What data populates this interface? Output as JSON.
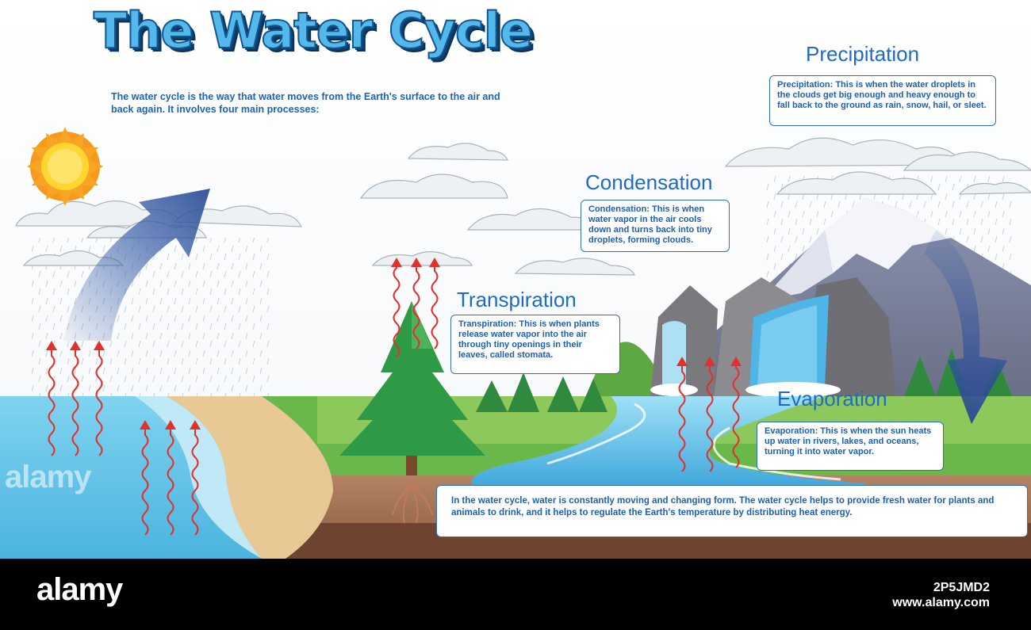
{
  "title": "The Water Cycle",
  "intro": "The water cycle is the way that water moves from the Earth's surface to the air and back again. It involves four main processes:",
  "processes": {
    "precipitation": {
      "heading": "Precipitation",
      "text": "Precipitation: This is when the water droplets in the clouds get big enough and heavy enough to fall back to the ground as rain, snow, hail, or sleet."
    },
    "condensation": {
      "heading": "Condensation",
      "text": "Condensation: This is when water vapor in the air cools down and turns back into tiny droplets, forming clouds."
    },
    "transpiration": {
      "heading": "Transpiration",
      "text": "Transpiration: This is when plants release water vapor into the air through tiny openings in their leaves, called stomata."
    },
    "evaporation": {
      "heading": "Evaporation",
      "text": "Evaporation: This is when the sun heats up water in rivers, lakes, and oceans, turning it into water vapor."
    }
  },
  "summary": "In the water cycle, water is constantly moving and changing form. The water cycle helps to provide fresh water for plants and animals to drink, and it helps to regulate the Earth's temperature by distributing heat energy.",
  "watermark": {
    "logo": "alamy",
    "image_id": "2P5JMD2",
    "url": "www.alamy.com"
  },
  "colors": {
    "title_fill": "#53b9ea",
    "title_outline": "#14558f",
    "heading": "#1d6bc4",
    "arrow_red": "#e0312c",
    "big_arrow": "#3a5fa8"
  },
  "icons": [
    "sun-icon",
    "cloud-icon",
    "vapor-arrow-icon",
    "tree-icon",
    "mountain-icon",
    "waterfall-icon"
  ]
}
